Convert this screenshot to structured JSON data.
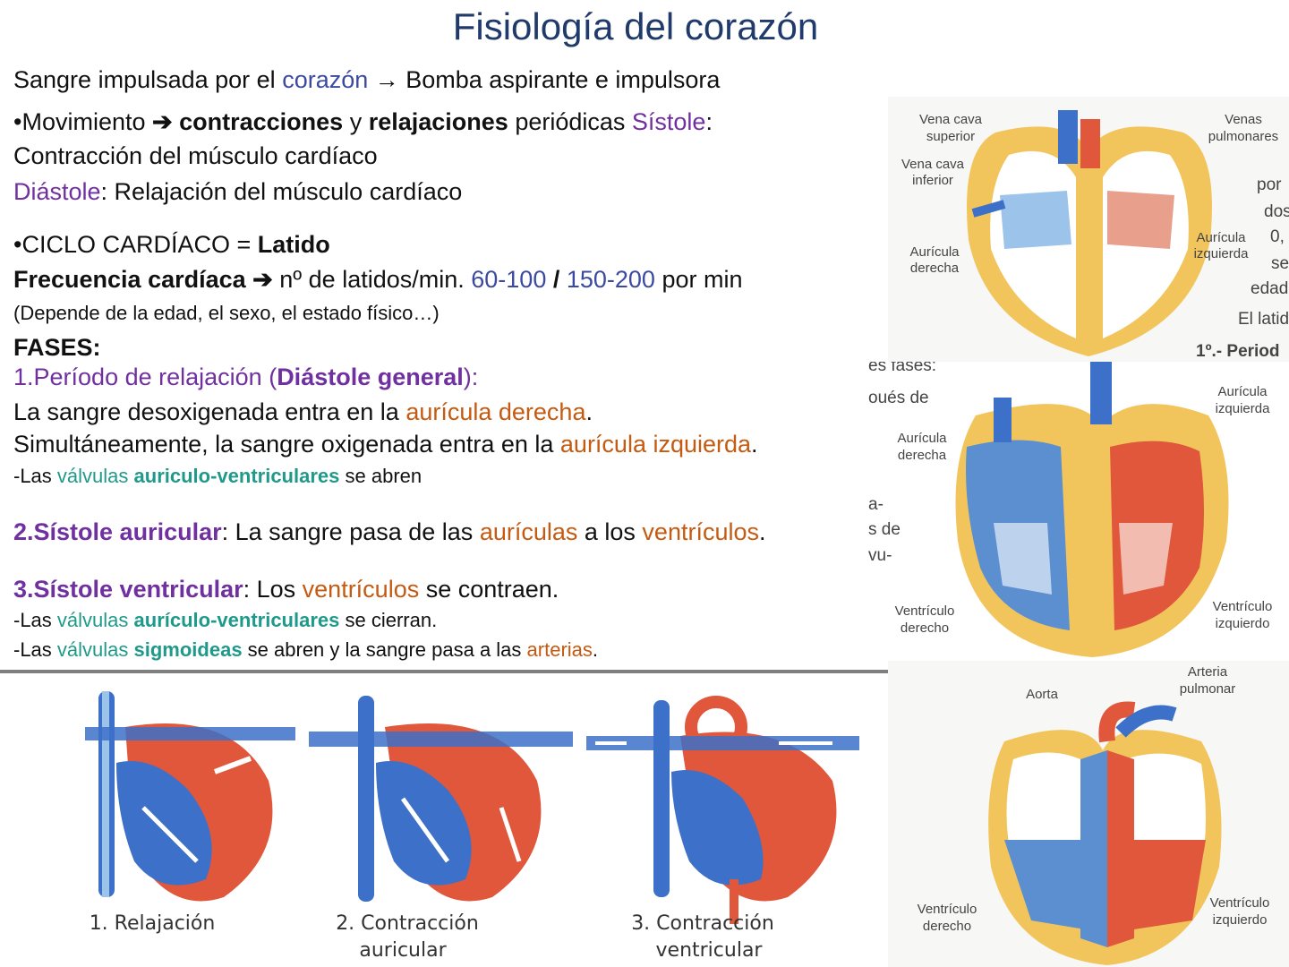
{
  "title": "Fisiología del corazón",
  "line1": {
    "a": "Sangre impulsada por el ",
    "b": "corazón",
    "c": " → Bomba aspirante e impulsora"
  },
  "line2": {
    "a": "•Movimiento ",
    "arrow": "➔",
    "b": " contracciones",
    "c": " y ",
    "d": "relajaciones",
    "e": " periódicas ",
    "f": "Sístole",
    "g": ":"
  },
  "line3": "Contracción del músculo cardíaco",
  "line4": {
    "a": "Diástole",
    "b": ": Relajación del músculo cardíaco"
  },
  "line5": {
    "a": "•CICLO CARDÍACO = ",
    "b": "Latido"
  },
  "line6": {
    "a": "Frecuencia cardíaca ",
    "arrow": "➔",
    "b": " nº de latidos/min. ",
    "c": "60-100",
    "d": " / ",
    "e": "150-200",
    "f": " por min"
  },
  "line7": "(Depende de la edad, el sexo, el estado físico…)",
  "fases": "FASES:",
  "p1": {
    "a": "1.Período de relajación (",
    "b": "Diástole general",
    "c": "):"
  },
  "p1l1": {
    "a": "La sangre desoxigenada entra en la ",
    "b": "aurícula derecha",
    "c": "."
  },
  "p1l2": {
    "a": "Simultáneamente, la sangre oxigenada entra en la ",
    "b": "aurícula izquierda",
    "c": "."
  },
  "p1l3": {
    "a": "-Las ",
    "b": "válvulas ",
    "c": "auriculo-ventriculares",
    "d": " se abren"
  },
  "p2": {
    "a": "2.Sístole auricular",
    "b": ": La sangre pasa de las ",
    "c": "aurículas",
    "d": " a los ",
    "e": "ventrículos",
    "f": "."
  },
  "p3": {
    "a": "3.Sístole ventricular",
    "b": ": Los ",
    "c": "ventrículos",
    "d": " se contraen."
  },
  "p3l1": {
    "a": "-Las ",
    "b": "válvulas ",
    "c": "aurículo-ventriculares",
    "d": " se cierran."
  },
  "p3l2": {
    "a": "-Las ",
    "b": "válvulas ",
    "c": "sigmoideas",
    "d": " se abren y la sangre pasa a las ",
    "e": "arterias",
    "f": "."
  },
  "bottom": {
    "cap1": "1. Relajación",
    "cap2a": "2. Contracción",
    "cap2b": "auricular",
    "cap3a": "3. Contracción",
    "cap3b": "ventricular"
  },
  "fig1": {
    "vcs1": "Vena cava",
    "vcs2": "superior",
    "vci1": "Vena cava",
    "vci2": "inferior",
    "ad1": "Aurícula",
    "ad2": "derecha",
    "vp1": "Venas",
    "vp2": "pulmonares",
    "ai1": "Aurícula",
    "ai2": "izquierda",
    "e1": "por",
    "e2": "dos",
    "e3": "0,",
    "e4": "se",
    "e5": "edad",
    "e6": "El latid",
    "periodo": "1º.-  Period"
  },
  "fig2": {
    "t1": "es fases:",
    "t2": "oués  de",
    "t3": "a-",
    "t4": "s de",
    "t5": "vu-",
    "ai1": "Aurícula",
    "ai2": "izquierda",
    "ad1": "Aurícula",
    "ad2": "derecha",
    "vd1": "Ventrículo",
    "vd2": "derecho",
    "vi1": "Ventrículo",
    "vi2": "izquierdo"
  },
  "fig3": {
    "aorta": "Aorta",
    "ap1": "Arteria",
    "ap2": "pulmonar",
    "vd1": "Ventrículo",
    "vd2": "derecho",
    "vi1": "Ventrículo",
    "vi2": "izquierdo"
  },
  "colors": {
    "title": "#1f3a6b",
    "purple": "#7030a0",
    "blue": "#3b4aa0",
    "orange": "#c55a11",
    "teal": "#1f9a8a",
    "heart_frame": "#f2c55c",
    "venous": "#5b8fd0",
    "arterial": "#e0573b"
  }
}
